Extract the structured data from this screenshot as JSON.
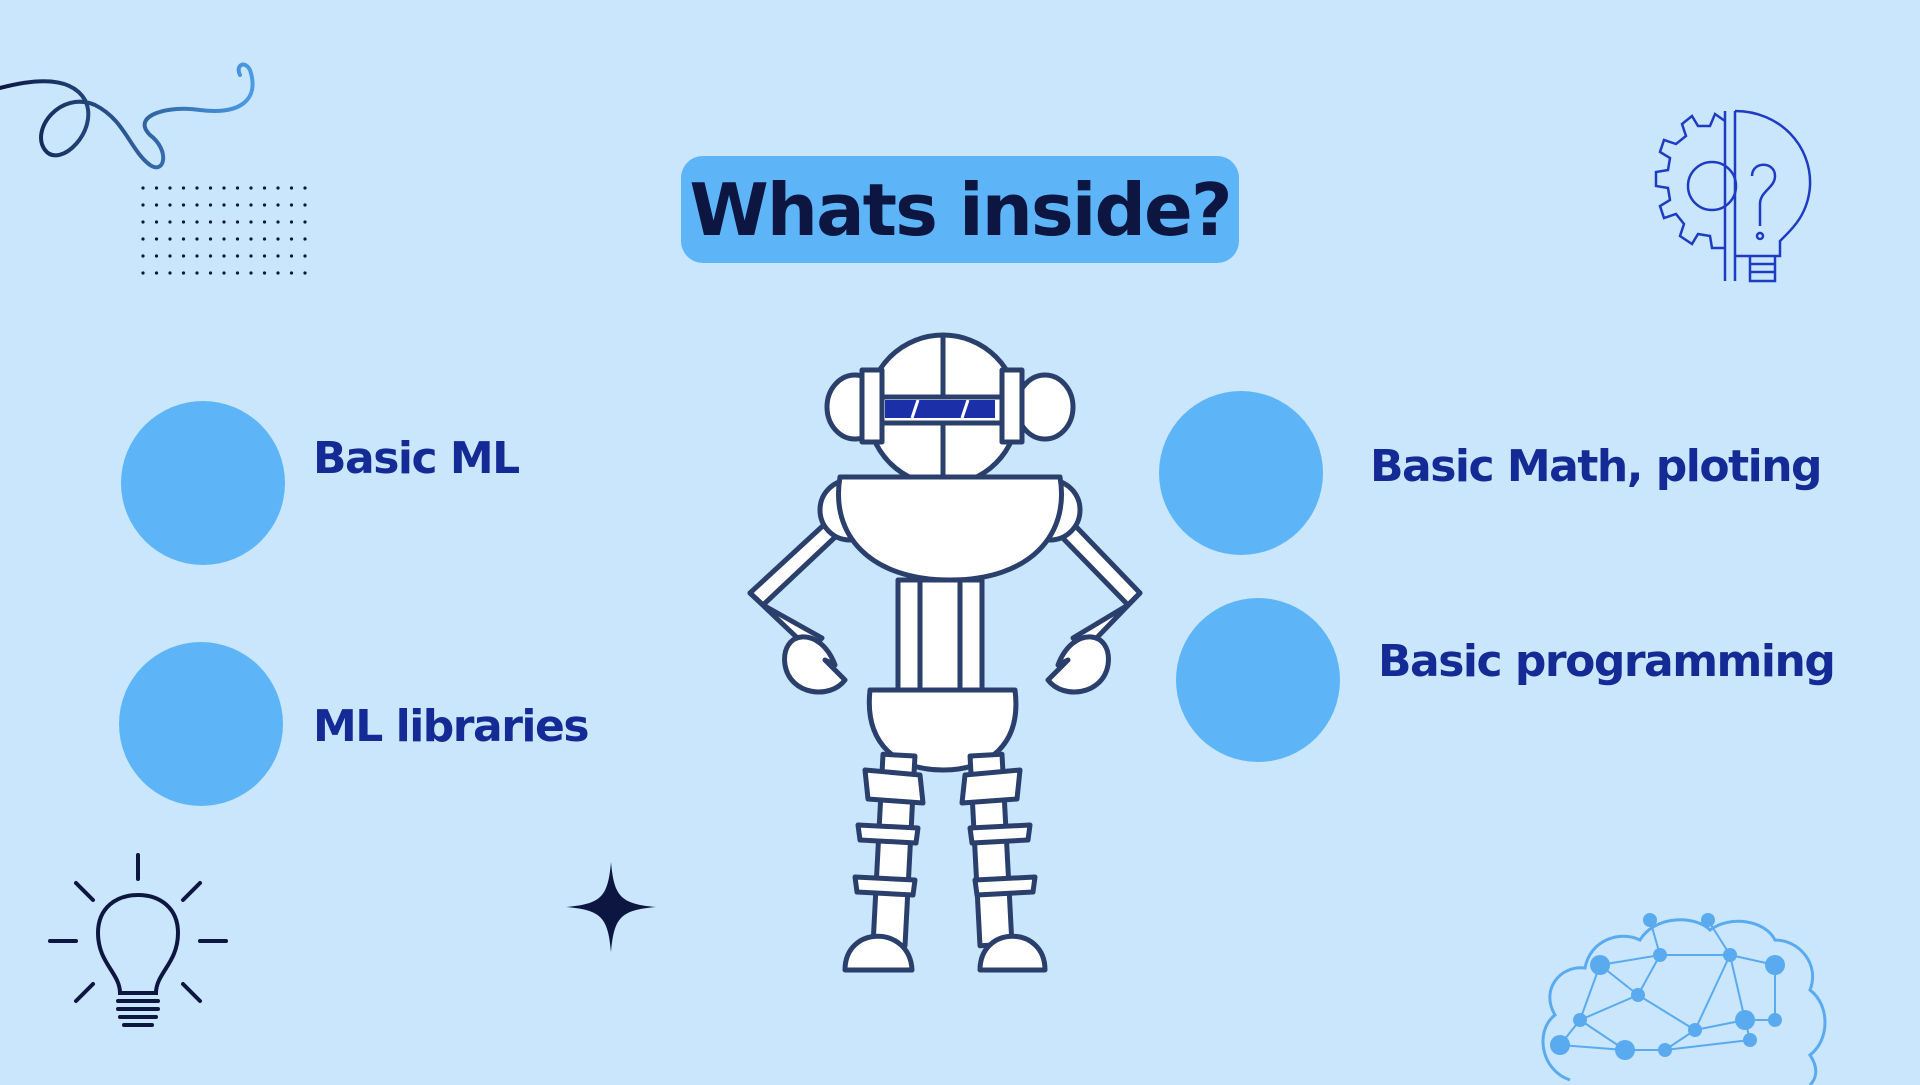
{
  "title": "Whats inside?",
  "topics": [
    {
      "label": "Basic ML"
    },
    {
      "label": "ML libraries"
    },
    {
      "label": "Basic Math, ploting"
    },
    {
      "label": "Basic programming"
    }
  ],
  "colors": {
    "background": "#c9e6fd",
    "accent": "#5db5f8",
    "title_text": "#0d1640",
    "label_text": "#142a94",
    "outline": "#2b3f6c"
  },
  "icons": [
    "swirl-doodle",
    "dot-grid",
    "gear-bulb-icon",
    "robot-illustration",
    "lightbulb-icon",
    "sparkle-icon",
    "brain-network-icon"
  ]
}
